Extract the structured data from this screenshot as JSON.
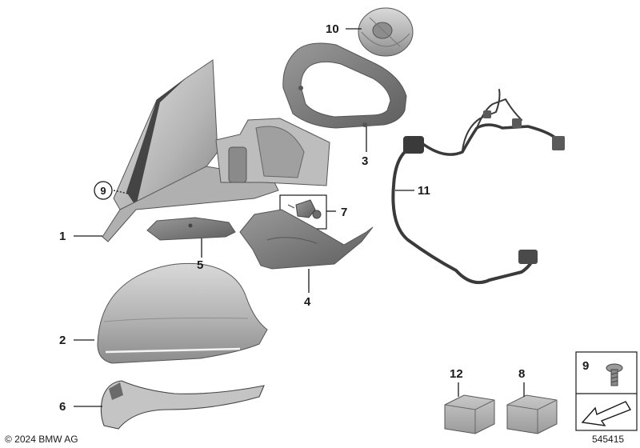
{
  "labels": {
    "p1": "1",
    "p2": "2",
    "p3": "3",
    "p4": "4",
    "p5": "5",
    "p6": "6",
    "p7": "7",
    "p8": "8",
    "p9_circle": "9",
    "p9_box": "9",
    "p10": "10",
    "p11": "11",
    "p12": "12"
  },
  "footer": {
    "copyright": "© 2024 BMW AG",
    "diagram_number": "545415"
  },
  "colors": {
    "part_light": "#cfcfcf",
    "part_mid": "#a8a8a8",
    "part_dark": "#6e6e6e",
    "line": "#1a1a1a"
  }
}
